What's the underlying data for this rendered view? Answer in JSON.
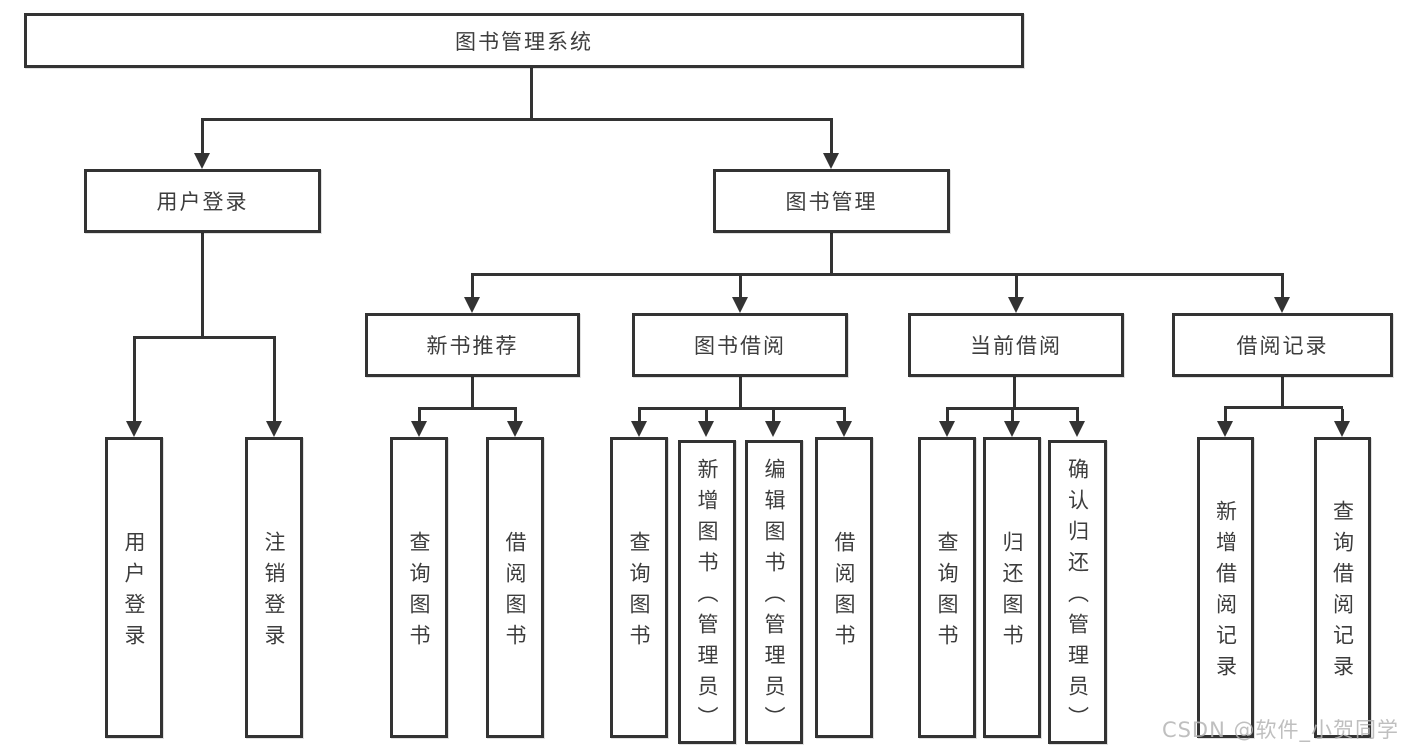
{
  "diagram": {
    "root": {
      "label": "图书管理系统"
    },
    "level2": [
      {
        "label": "用户登录"
      },
      {
        "label": "图书管理"
      }
    ],
    "level3": [
      {
        "label": "新书推荐"
      },
      {
        "label": "图书借阅"
      },
      {
        "label": "当前借阅"
      },
      {
        "label": "借阅记录"
      }
    ],
    "leaves": {
      "user_login": [
        "用户登录",
        "注销登录"
      ],
      "new_book_recommend": [
        "查询图书",
        "借阅图书"
      ],
      "book_borrow": [
        "查询图书",
        "新增图书（管理员）",
        "编辑图书（管理员）",
        "借阅图书"
      ],
      "current_borrow": [
        "查询图书",
        "归还图书",
        "确认归还（管理员）"
      ],
      "borrow_records": [
        "新增借阅记录",
        "查询借阅记录"
      ]
    },
    "watermark": "CSDN @软件_小贺同学",
    "colors": {
      "line": "#333333",
      "text": "#3d3d3d",
      "watermark": "#b4b4b4",
      "background": "#ffffff"
    }
  }
}
